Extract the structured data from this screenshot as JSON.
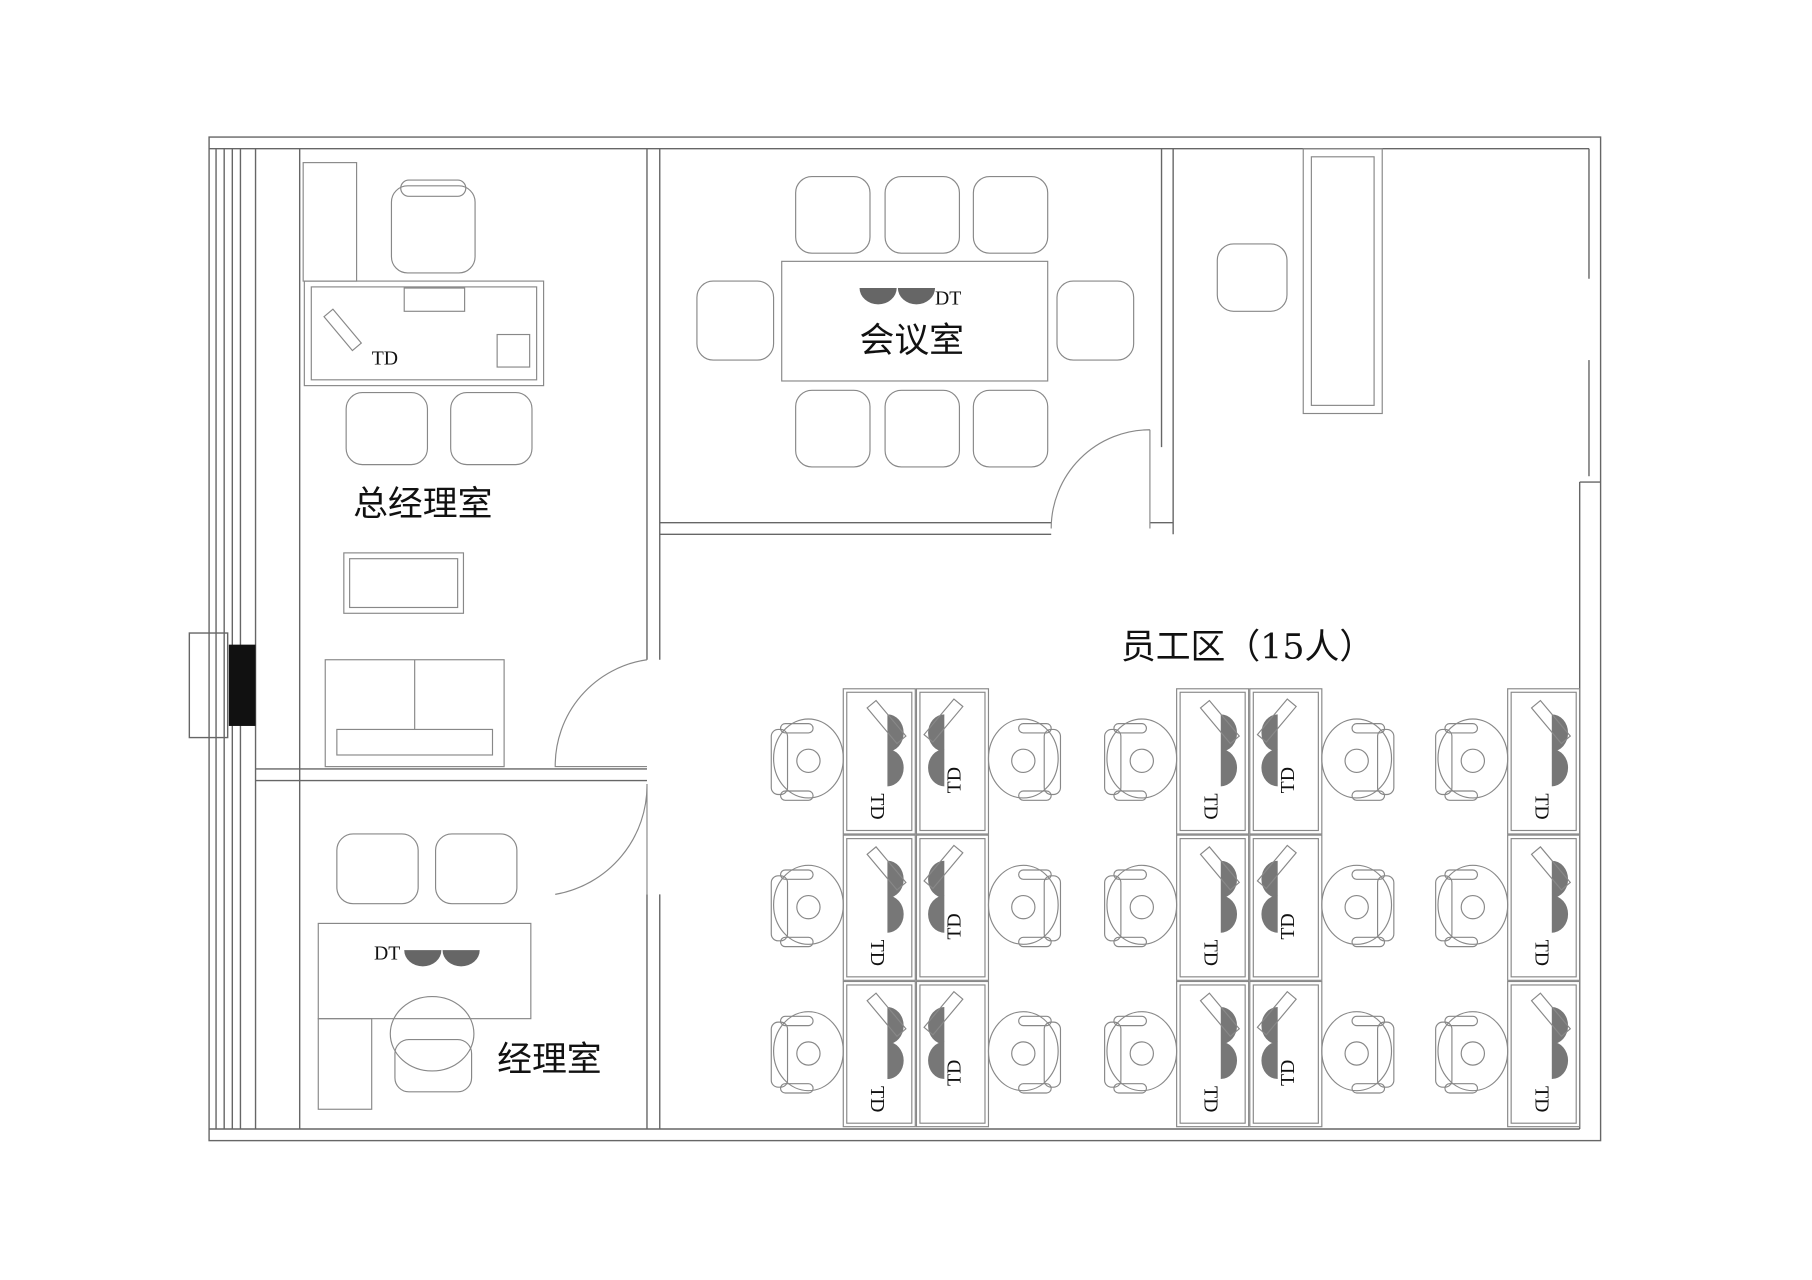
{
  "rooms": {
    "gm_office": "总经理室",
    "meeting_room": "会议室",
    "manager_office": "经理室",
    "staff_area": "员工区（15人）"
  },
  "desk_tag": "TD",
  "meeting_tag": "DT",
  "manager_tag": "DT"
}
